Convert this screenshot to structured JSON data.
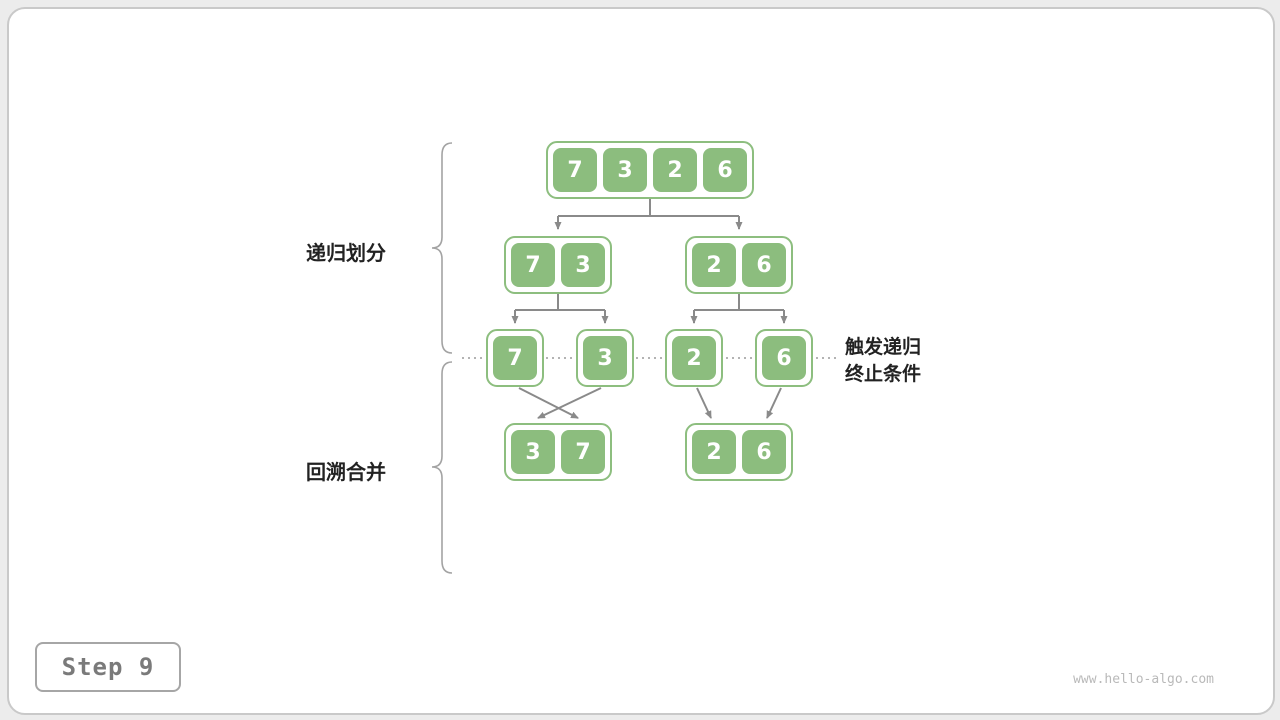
{
  "colors": {
    "cell_green": "#8cbd7e",
    "container_border_green": "#8dbe7f",
    "arrow_gray": "#8a8a8a",
    "brace_gray": "#a3a3a3",
    "label_dark": "#222222",
    "step_gray": "#7a7a7a",
    "watermark_gray": "#b9b9b9"
  },
  "labels": {
    "recursive_divide": "递归划分",
    "backtrack_merge": "回溯合并",
    "termination_note_line1": "触发递归",
    "termination_note_line2": "终止条件"
  },
  "footer": {
    "step_label": "Step 9",
    "watermark": "www.hello-algo.com"
  },
  "tree": {
    "level1": {
      "cells": [
        "7",
        "3",
        "2",
        "6"
      ]
    },
    "level2": {
      "left": {
        "cells": [
          "7",
          "3"
        ]
      },
      "right": {
        "cells": [
          "2",
          "6"
        ]
      }
    },
    "level3": {
      "boxes": [
        "7",
        "3",
        "2",
        "6"
      ]
    },
    "level4": {
      "left": {
        "cells": [
          "3",
          "7"
        ]
      },
      "right": {
        "cells": [
          "2",
          "6"
        ]
      }
    }
  }
}
